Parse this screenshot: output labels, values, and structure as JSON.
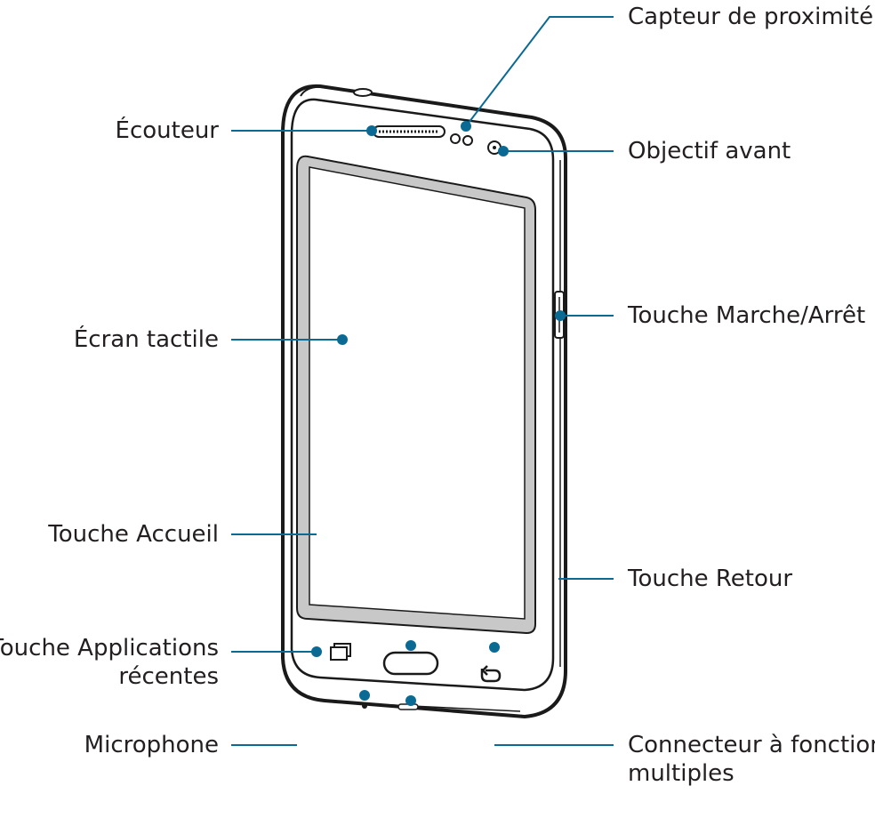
{
  "diagram": {
    "labels": {
      "proximity_sensor": "Capteur de proximité",
      "earpiece": "Écouteur",
      "front_camera": "Objectif avant",
      "power_key": "Touche Marche/Arrêt",
      "touchscreen": "Écran tactile",
      "home_key": "Touche Accueil",
      "back_key": "Touche Retour",
      "recent_apps_line1": "Touche Applications",
      "recent_apps_line2": "récentes",
      "microphone": "Microphone",
      "multipurpose_jack_line1": "Connecteur à fonctions",
      "multipurpose_jack_line2": "multiples"
    },
    "colors": {
      "leader_line": "#0b6a94",
      "device_outline": "#1a1a1a",
      "screen_fill": "#c8c8c8",
      "text": "#231f20"
    }
  }
}
